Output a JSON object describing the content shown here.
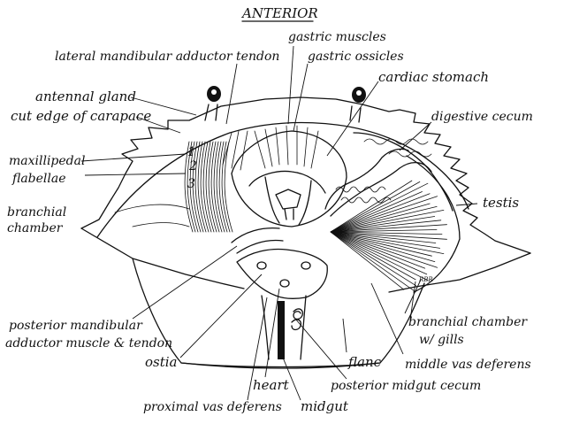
{
  "title": "ANTERIOR",
  "signature": "RBR",
  "labels": {
    "lateral_mandibular_adductor_tendon": "lateral mandibular adductor tendon",
    "gastric_muscles": "gastric muscles",
    "gastric_ossicles": "gastric ossicles",
    "cardiac_stomach": "cardiac stomach",
    "antennal_gland": "antennal gland",
    "cut_edge_of_carapace": "cut edge of carapace",
    "digestive_cecum": "digestive cecum",
    "maxillipedal_flabellae": [
      "maxillipedal",
      "flabellae"
    ],
    "branchial_chamber": [
      "branchial",
      "chamber"
    ],
    "testis": "testis",
    "posterior_mandibular_adductor": [
      "posterior mandibular",
      "adductor muscle & tendon"
    ],
    "ostia": "ostia",
    "heart": "heart",
    "proximal_vas_deferens": "proximal vas deferens",
    "midgut": "midgut",
    "posterior_midgut_cecum": "posterior midgut cecum",
    "flanc": "flanc",
    "middle_vas_deferens": "middle vas deferens",
    "branchial_chamber_gills": [
      "branchial chamber",
      "w/ gills"
    ]
  },
  "numbers": [
    "1",
    "2",
    "3"
  ]
}
